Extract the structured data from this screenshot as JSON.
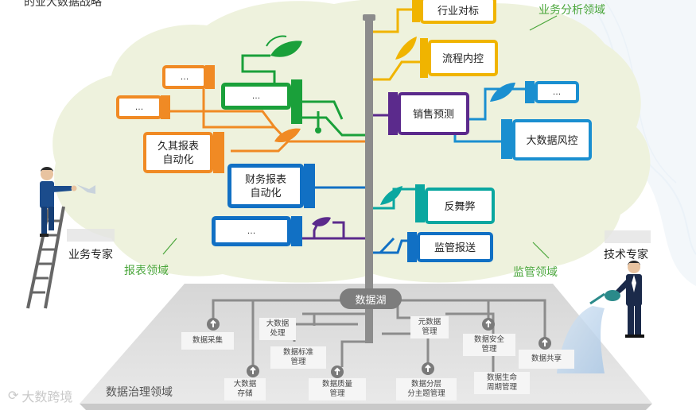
{
  "top_caption": "的业大数据战略",
  "zones": {
    "business_analysis": "业务分析领域",
    "reporting": "报表领域",
    "regulatory": "监管领域",
    "data_governance": "数据治理领域"
  },
  "roles": {
    "business_expert": "业务专家",
    "tech_expert": "技术专家"
  },
  "data_lake": "数据湖",
  "branches": {
    "industry_benchmark": "行业对标",
    "process_control": "流程内控",
    "sales_forecast": "销售预测",
    "big_data_risk": "大数据风控",
    "anti_fraud": "反舞弊",
    "regulatory_reporting": "监管报送",
    "report_automation_1": "久其报表\n自动化",
    "report_automation_2": "财务报表\n自动化",
    "ellipsis": "…"
  },
  "governance": {
    "data_collection": "数据采集",
    "big_data_processing": "大数据\n处理",
    "big_data_storage": "大数据\n存储",
    "data_standard_mgmt": "数据标准\n管理",
    "data_quality_mgmt": "数据质量\n管理",
    "metadata_mgmt": "元数据\n管理",
    "data_layered_subject_mgmt": "数据分层\n分主题管理",
    "data_security_mgmt": "数据安全\n管理",
    "data_lifecycle_mgmt": "数据生命\n周期管理",
    "data_sharing": "数据共享"
  },
  "watermark": "大数跨境",
  "colors": {
    "yellow": "#f0b400",
    "purple": "#5b2a8c",
    "blue": "#1170c4",
    "cyan": "#10a0c8",
    "teal": "#0aa7a0",
    "green": "#1aa03a",
    "orange": "#f08a24",
    "trunk": "#8c8c8c",
    "zone_green": "#4aa63b",
    "cloud": "#eef2dd"
  }
}
